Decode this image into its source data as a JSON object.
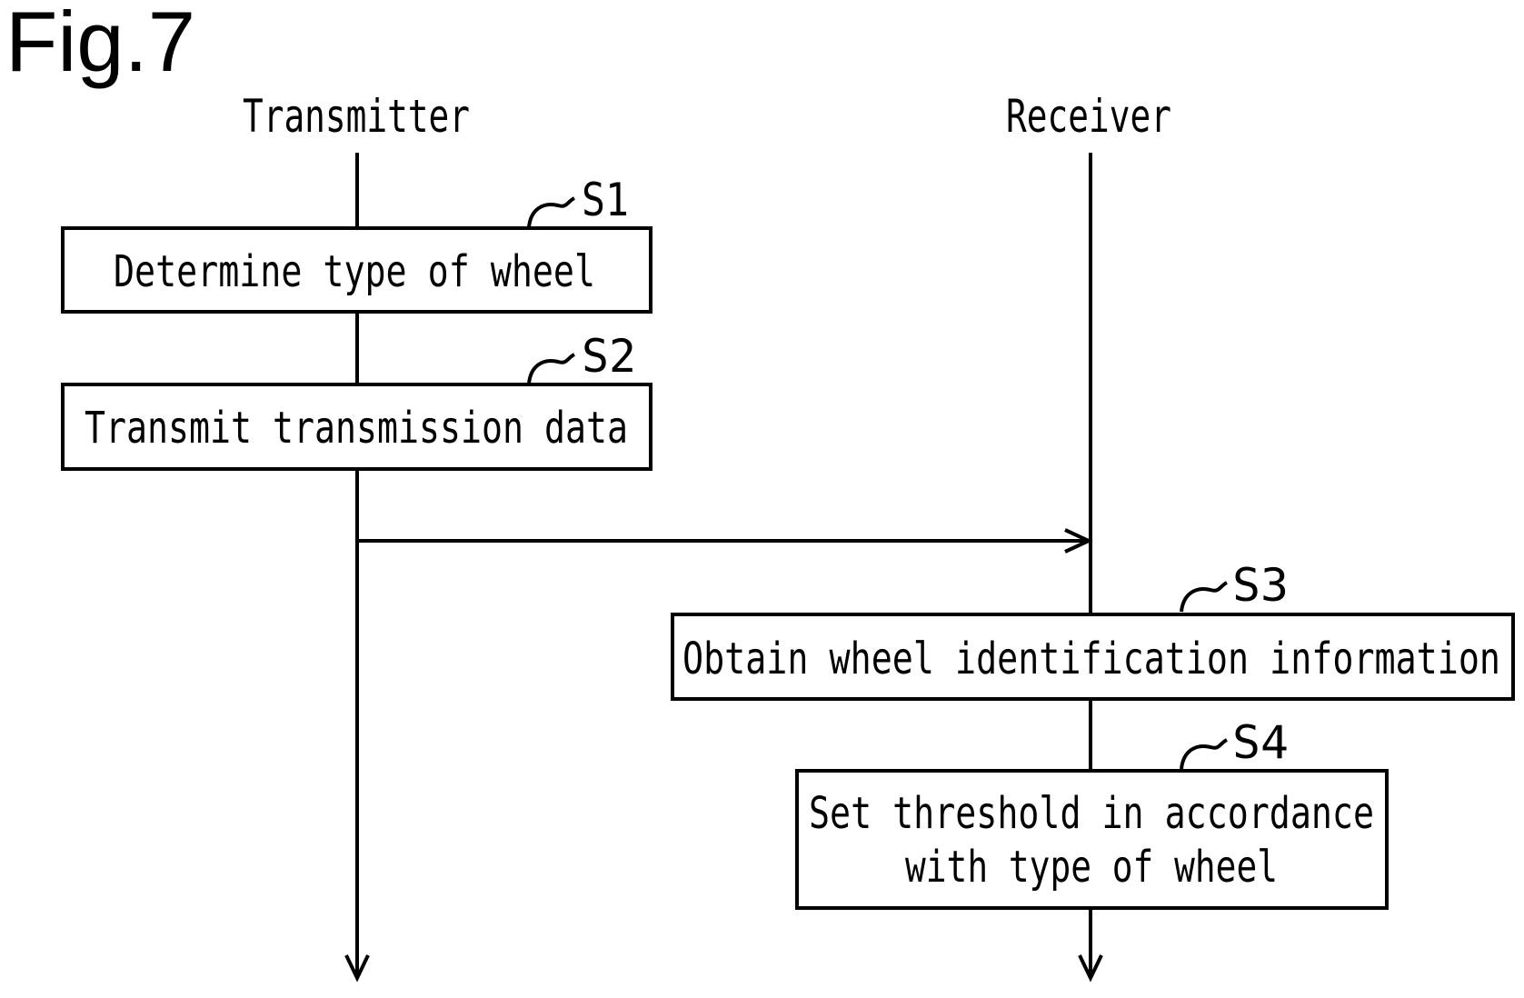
{
  "figure": {
    "title": "Fig.7"
  },
  "lanes": {
    "transmitter": "Transmitter",
    "receiver": "Receiver"
  },
  "steps": [
    {
      "id": "S1",
      "lines": [
        "Determine type of wheel"
      ]
    },
    {
      "id": "S2",
      "lines": [
        "Transmit transmission data"
      ]
    },
    {
      "id": "S3",
      "lines": [
        "Obtain wheel identification information"
      ]
    },
    {
      "id": "S4",
      "lines": [
        "Set threshold in accordance",
        "with type of wheel"
      ]
    }
  ]
}
